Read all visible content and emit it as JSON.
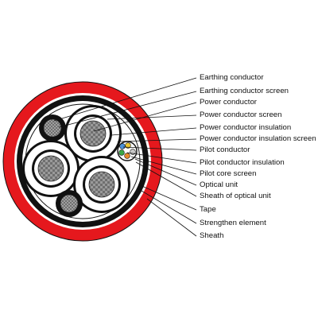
{
  "colors": {
    "sheath": "#e5181d",
    "jacket": "#111111",
    "filler": "#ffffff",
    "insulation": "#ffffff",
    "conductor": "#777777",
    "screen": "#111111"
  },
  "labels": [
    "Earthing conductor",
    "Earthing conductor screen",
    "Power conductor",
    "Power conductor screen",
    "Power conductor insulation",
    "Power conductor insulation screen",
    "Pilot conductor",
    "Pilot conductor insulation",
    "Pilot core screen",
    "Optical unit",
    "Sheath of optical unit",
    "Tape",
    "Strengthen element",
    "Sheath"
  ]
}
